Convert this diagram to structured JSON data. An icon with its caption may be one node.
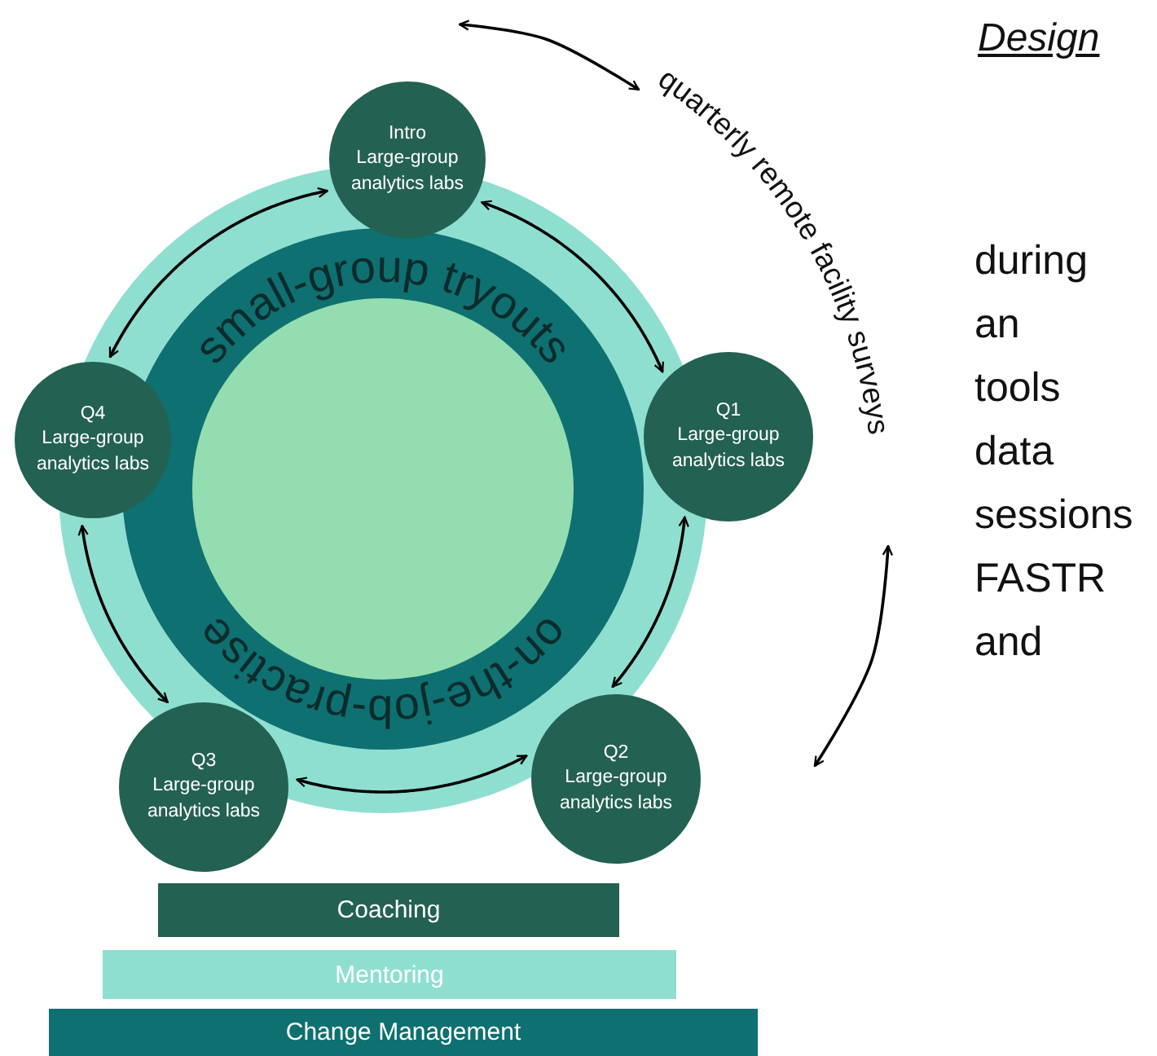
{
  "diagram": {
    "title": "Design",
    "nodes": [
      {
        "text": [
          "Intro",
          "Large-group analytics labs"
        ]
      },
      {
        "text": [
          "Q1",
          "Large-group analytics labs"
        ]
      },
      {
        "text": [
          "Q2",
          "Large-group analytics labs"
        ]
      },
      {
        "text": [
          "Q3",
          "Large-group analytics labs"
        ]
      },
      {
        "text": [
          "Q4",
          "Large-group analytics labs"
        ]
      },
      {
        "text": [
          "Coaching"
        ]
      },
      {
        "text": [
          "Mentoring"
        ]
      },
      {
        "text": [
          "Change Management"
        ]
      },
      {
        "text": [
          "quarterly remote facility surveys"
        ]
      }
    ],
    "edges": [
      {
        "from": 0,
        "to": 1,
        "arrow": "both"
      },
      {
        "from": 1,
        "to": 2,
        "arrow": "both"
      },
      {
        "from": 2,
        "to": 3,
        "arrow": "both"
      },
      {
        "from": 3,
        "to": 4,
        "arrow": "both"
      },
      {
        "from": 4,
        "to": 0,
        "arrow": "both"
      },
      {
        "from": null,
        "to": 8,
        "arrow": "both"
      },
      {
        "from": 8,
        "to": null,
        "arrow": "both"
      }
    ],
    "labels": [
      "small-group tryouts",
      "on-the-job-practise",
      "during",
      "an",
      "tools",
      "data",
      "sessions",
      "FASTR",
      "and"
    ]
  }
}
